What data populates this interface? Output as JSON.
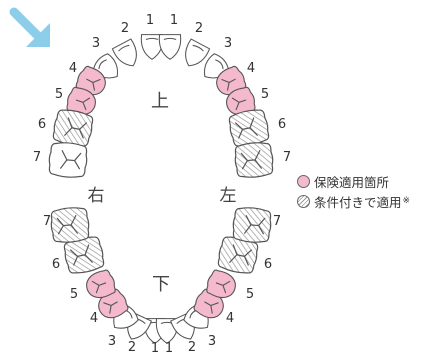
{
  "labels": {
    "upper_jaw": "上",
    "lower_jaw": "下",
    "right_side": "右",
    "left_side": "左"
  },
  "legend": {
    "insured": "保険適用箇所",
    "conditional": "条件付きで適用",
    "conditional_mark": "※"
  },
  "colors": {
    "insured": "#f4b9cc",
    "conditional_hatch": "#9a9a9a",
    "plain": "#ffffff",
    "arrow": "#8ccdea"
  },
  "teeth": [
    {
      "arch": "upper",
      "side": "right",
      "number": "1",
      "type": "incisor",
      "status": "plain"
    },
    {
      "arch": "upper",
      "side": "right",
      "number": "2",
      "type": "incisor",
      "status": "plain"
    },
    {
      "arch": "upper",
      "side": "right",
      "number": "3",
      "type": "canine",
      "status": "plain"
    },
    {
      "arch": "upper",
      "side": "right",
      "number": "4",
      "type": "premolar",
      "status": "insured"
    },
    {
      "arch": "upper",
      "side": "right",
      "number": "5",
      "type": "premolar",
      "status": "insured"
    },
    {
      "arch": "upper",
      "side": "right",
      "number": "6",
      "type": "molar",
      "status": "conditional"
    },
    {
      "arch": "upper",
      "side": "right",
      "number": "7",
      "type": "molar",
      "status": "plain"
    },
    {
      "arch": "upper",
      "side": "left",
      "number": "1",
      "type": "incisor",
      "status": "plain"
    },
    {
      "arch": "upper",
      "side": "left",
      "number": "2",
      "type": "incisor",
      "status": "plain"
    },
    {
      "arch": "upper",
      "side": "left",
      "number": "3",
      "type": "canine",
      "status": "plain"
    },
    {
      "arch": "upper",
      "side": "left",
      "number": "4",
      "type": "premolar",
      "status": "insured"
    },
    {
      "arch": "upper",
      "side": "left",
      "number": "5",
      "type": "premolar",
      "status": "insured"
    },
    {
      "arch": "upper",
      "side": "left",
      "number": "6",
      "type": "molar",
      "status": "conditional"
    },
    {
      "arch": "upper",
      "side": "left",
      "number": "7",
      "type": "molar",
      "status": "conditional"
    },
    {
      "arch": "lower",
      "side": "right",
      "number": "1",
      "type": "incisor",
      "status": "plain"
    },
    {
      "arch": "lower",
      "side": "right",
      "number": "2",
      "type": "incisor",
      "status": "plain"
    },
    {
      "arch": "lower",
      "side": "right",
      "number": "3",
      "type": "canine",
      "status": "plain"
    },
    {
      "arch": "lower",
      "side": "right",
      "number": "4",
      "type": "premolar",
      "status": "insured"
    },
    {
      "arch": "lower",
      "side": "right",
      "number": "5",
      "type": "premolar",
      "status": "insured"
    },
    {
      "arch": "lower",
      "side": "right",
      "number": "6",
      "type": "molar",
      "status": "conditional"
    },
    {
      "arch": "lower",
      "side": "right",
      "number": "7",
      "type": "molar",
      "status": "conditional"
    },
    {
      "arch": "lower",
      "side": "left",
      "number": "1",
      "type": "incisor",
      "status": "plain"
    },
    {
      "arch": "lower",
      "side": "left",
      "number": "2",
      "type": "incisor",
      "status": "plain"
    },
    {
      "arch": "lower",
      "side": "left",
      "number": "3",
      "type": "canine",
      "status": "plain"
    },
    {
      "arch": "lower",
      "side": "left",
      "number": "4",
      "type": "premolar",
      "status": "insured"
    },
    {
      "arch": "lower",
      "side": "left",
      "number": "5",
      "type": "premolar",
      "status": "insured"
    },
    {
      "arch": "lower",
      "side": "left",
      "number": "6",
      "type": "molar",
      "status": "conditional"
    },
    {
      "arch": "lower",
      "side": "left",
      "number": "7",
      "type": "molar",
      "status": "conditional"
    }
  ]
}
